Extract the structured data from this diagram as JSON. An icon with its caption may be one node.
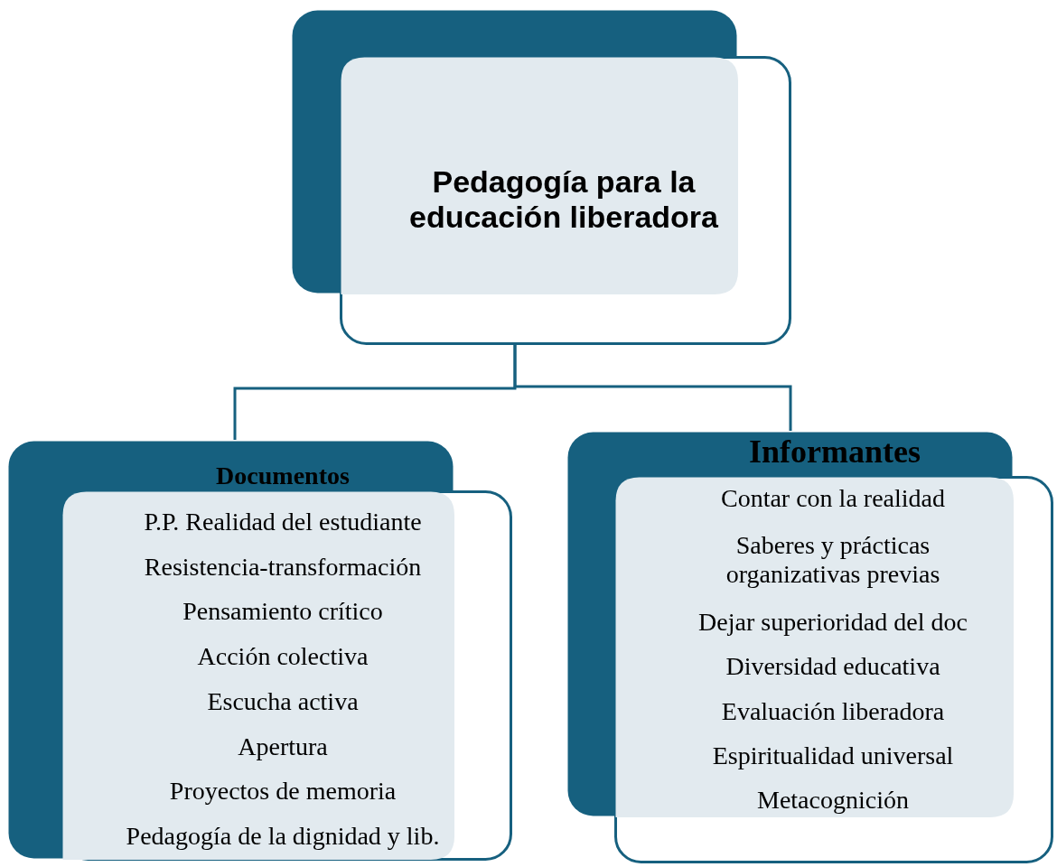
{
  "diagram": {
    "nodes": [
      {
        "text": [
          "Pedagogía para la educación liberadora"
        ]
      },
      {
        "text": [
          "Documentos",
          "P.P. Realidad del estudiante",
          "Resistencia-transformación",
          "Pensamiento crítico",
          "Acción colectiva",
          "Escucha activa",
          "Apertura",
          "Proyectos de memoria",
          "Pedagogía de la dignidad y lib."
        ]
      },
      {
        "text": [
          "Informantes",
          "Contar con la realidad",
          "Saberes y prácticas organizativas previas",
          "Dejar superioridad del doc",
          "Diversidad educativa",
          "Evaluación liberadora",
          "Espiritualidad universal",
          "Metacognición"
        ]
      }
    ],
    "edges": [
      {
        "from": 0,
        "to": 1,
        "arrow": "none"
      },
      {
        "from": 0,
        "to": 2,
        "arrow": "none"
      }
    ]
  }
}
